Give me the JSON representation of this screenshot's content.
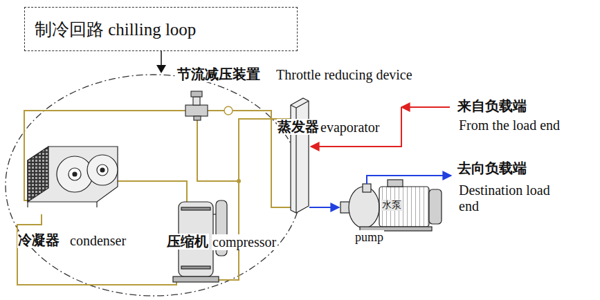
{
  "diagram": {
    "nodes": [
      {
        "text": [
          "制冷回路 chilling loop"
        ]
      }
    ],
    "labels": [
      "节流减压装置",
      "Throttle reducing device",
      "来自负载端",
      "From the load end",
      "蒸发器",
      "evaporator",
      "去向负载端",
      "Destination load end",
      "冷凝器",
      "condenser",
      "压缩机",
      "compressor",
      "水泵",
      "pump"
    ]
  }
}
